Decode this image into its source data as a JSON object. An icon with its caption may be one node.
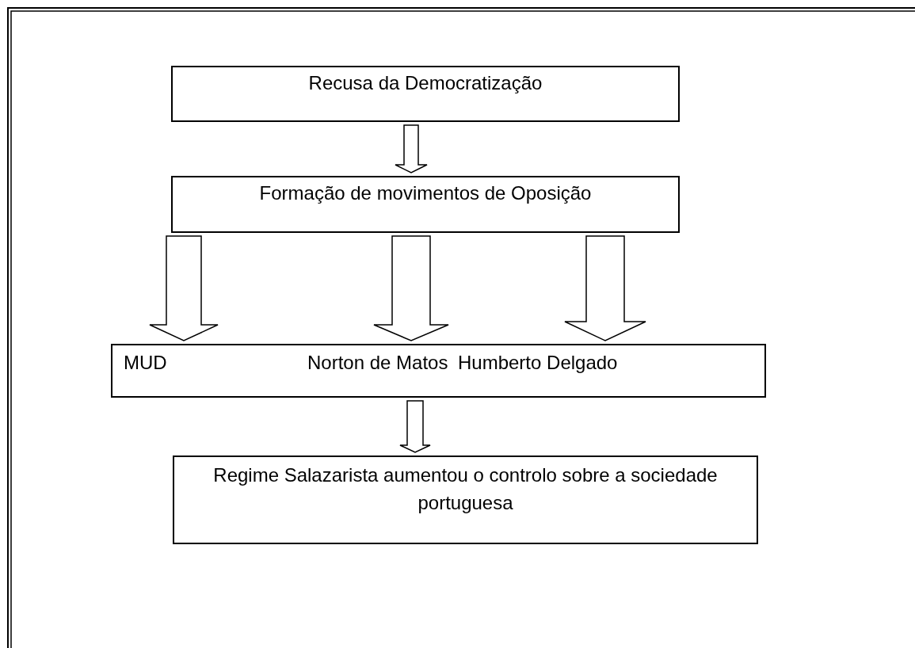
{
  "diagram": {
    "nodes": [
      {
        "text": [
          "Recusa da Democratização"
        ]
      },
      {
        "text": [
          "Formação de movimentos de Oposição"
        ]
      },
      {
        "text": [
          "MUD",
          "Norton de Matos",
          "Humberto Delgado"
        ]
      },
      {
        "text": [
          "Regime Salazarista aumentou o controlo sobre a sociedade portuguesa"
        ]
      }
    ],
    "edges": [
      {
        "from": 0,
        "to": 1,
        "arrow": "to"
      },
      {
        "from": 1,
        "to": 2,
        "arrow": "to"
      },
      {
        "from": 1,
        "to": 2,
        "arrow": "to"
      },
      {
        "from": 1,
        "to": 2,
        "arrow": "to"
      },
      {
        "from": 2,
        "to": 3,
        "arrow": "to"
      }
    ]
  }
}
